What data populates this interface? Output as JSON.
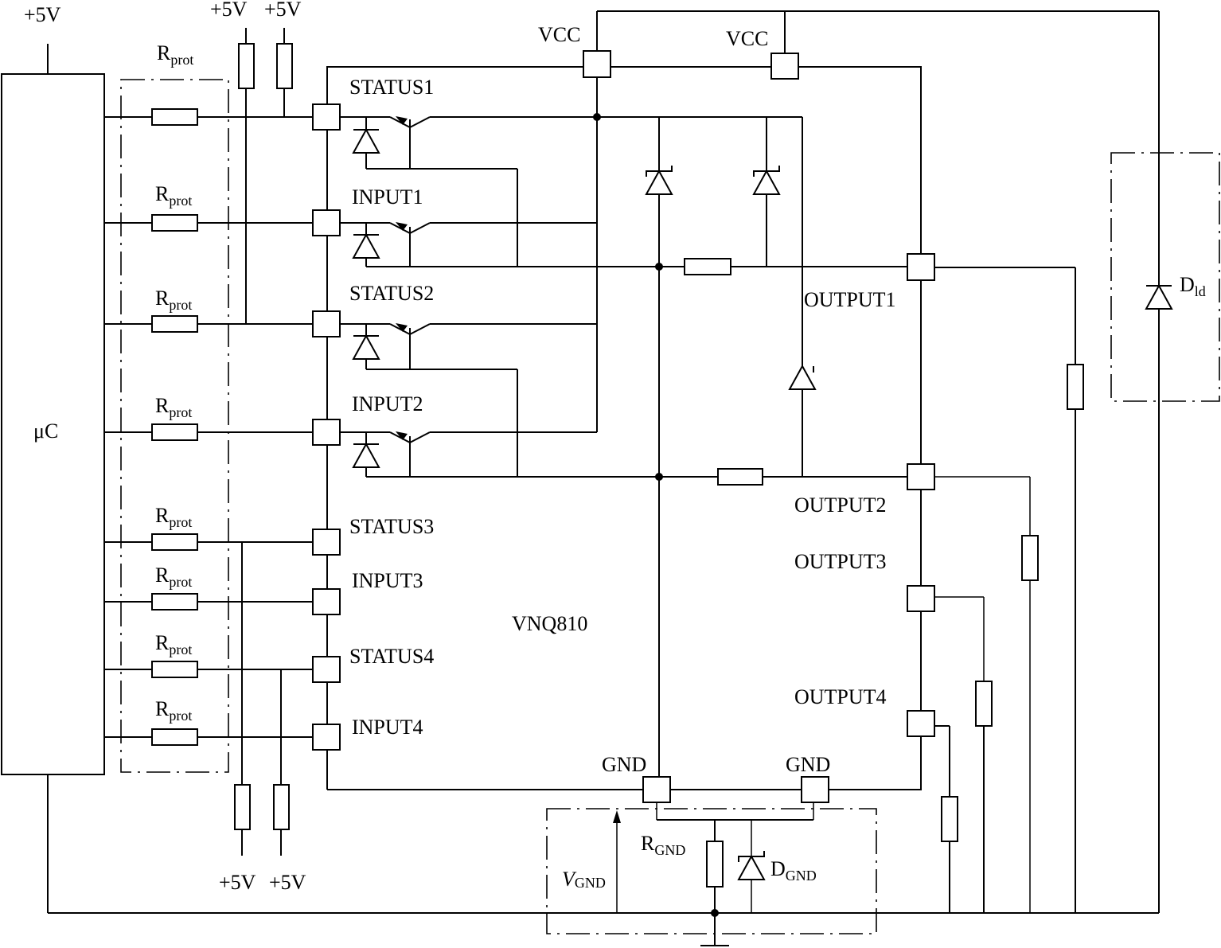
{
  "labels": {
    "mcu": "μC",
    "supply": "+5V",
    "chip": "VNQ810",
    "vcc": "VCC",
    "gnd": "GND",
    "status1": "STATUS1",
    "input1": "INPUT1",
    "status2": "STATUS2",
    "input2": "INPUT2",
    "status3": "STATUS3",
    "input3": "INPUT3",
    "status4": "STATUS4",
    "input4": "INPUT4",
    "output1": "OUTPUT1",
    "output2": "OUTPUT2",
    "output3": "OUTPUT3",
    "output4": "OUTPUT4",
    "r_letter": "R",
    "r_prot_sub": "prot",
    "r_gnd_sub": "GND",
    "d_letter": "D",
    "d_gnd_sub": "GND",
    "d_ld_sub": "ld",
    "v_letter": "V",
    "v_gnd_sub": "GND"
  }
}
